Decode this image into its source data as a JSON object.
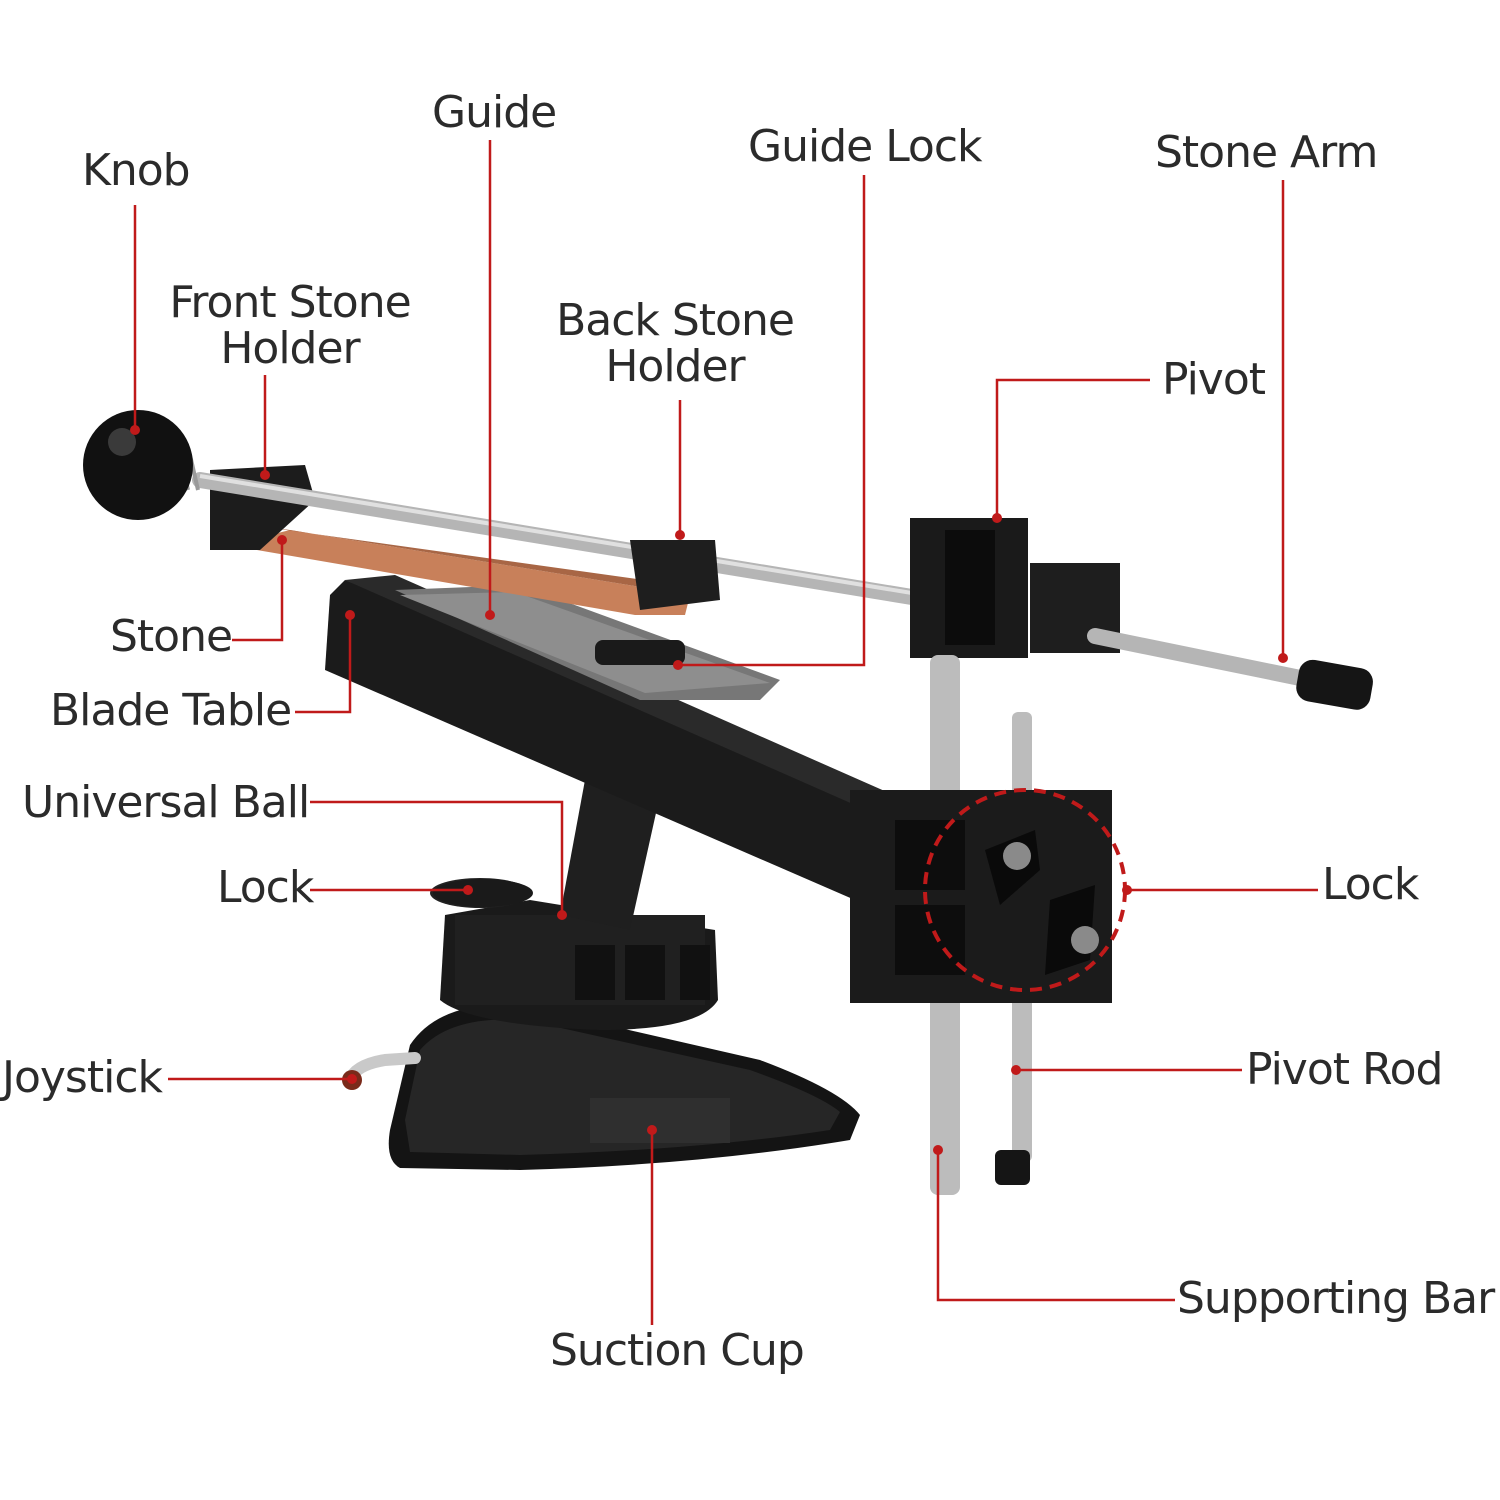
{
  "colors": {
    "leader": "#c01a1a",
    "text": "#2b2b2b",
    "body": "#1c1c1c",
    "steel": "#b8b8b8",
    "stone": "#c8805a",
    "background": "#ffffff"
  },
  "labels": {
    "knob": "Knob",
    "guide": "Guide",
    "guide_lock": "Guide Lock",
    "stone_arm": "Stone Arm",
    "front_stone_holder_1": "Front Stone",
    "front_stone_holder_2": "Holder",
    "back_stone_holder_1": "Back Stone",
    "back_stone_holder_2": "Holder",
    "pivot": "Pivot",
    "stone": "Stone",
    "blade_table": "Blade Table",
    "universal_ball": "Universal Ball",
    "lock_left": "Lock",
    "lock_right": "Lock",
    "joystick": "Joystick",
    "pivot_rod": "Pivot Rod",
    "supporting_bar": "Supporting Bar",
    "suction_cup": "Suction Cup"
  }
}
